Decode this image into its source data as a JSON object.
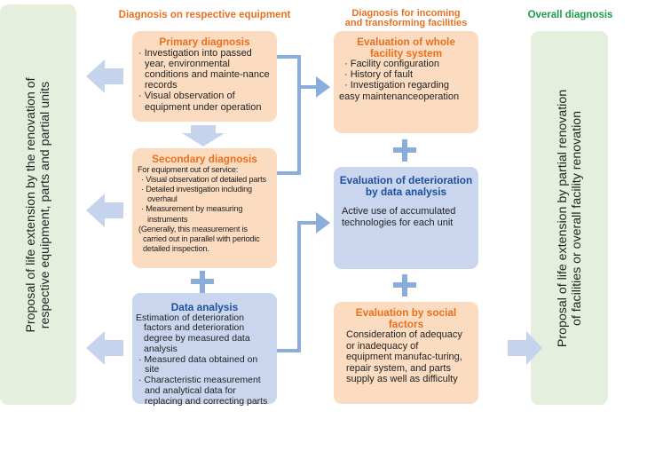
{
  "headings": {
    "respective": "Diagnosis on respective equipment",
    "incoming_line1": "Diagnosis for incoming",
    "incoming_line2": "and transforming facilities",
    "overall": "Overall diagnosis"
  },
  "left_panel": {
    "line1": "Proposal of life extension by the renovation of",
    "line2": "respective equipment, parts and partial units"
  },
  "right_panel": {
    "line1": "Proposal of life extension by partial renovation",
    "line2": "of facilities or overall facility renovation"
  },
  "primary": {
    "title": "Primary diagnosis",
    "items": [
      "· Investigation into passed year, environmental conditions and mainte-nance records",
      "· Visual observation of equipment under operation"
    ]
  },
  "secondary": {
    "title": "Secondary diagnosis",
    "intro": "For equipment out of service:",
    "items": [
      "· Visual observation of detailed parts",
      "· Detailed investigation including overhaul",
      "· Measurement by measuring instruments"
    ],
    "note": "(Generally, this measurement is carried out in parallel with periodic detailed inspection."
  },
  "data_analysis": {
    "title": "Data analysis",
    "intro": "Estimation of deterioration factors and deterioration degree by measured data analysis",
    "items": [
      "· Measured data obtained on site",
      "· Characteristic measurement and analytical data for replacing and correcting parts"
    ]
  },
  "whole_facility": {
    "title": "Evaluation of whole facility system",
    "items": [
      "· Facility configuration",
      "· History of fault",
      "· Investigation regarding"
    ],
    "tail": "easy maintenanceoperation"
  },
  "deterioration": {
    "title": "Evaluation of deterioration by data analysis",
    "body": "Active use of accumulated technologies for each unit"
  },
  "social": {
    "title": "Evaluation by social factors",
    "body": "Consideration of adequacy or inadequacy of equipment manufac-turing, repair system, and parts supply as well as difficulty"
  },
  "colors": {
    "orange_box": "#fcdcc1",
    "blue_box": "#c9d6ee",
    "green_panel": "#e4f0dd",
    "orange_text": "#e8711f",
    "blue_text": "#1c4f9c",
    "green_text": "#1e9e4a",
    "connector": "#8aaddc",
    "light_arrow": "#c5d4ec"
  }
}
